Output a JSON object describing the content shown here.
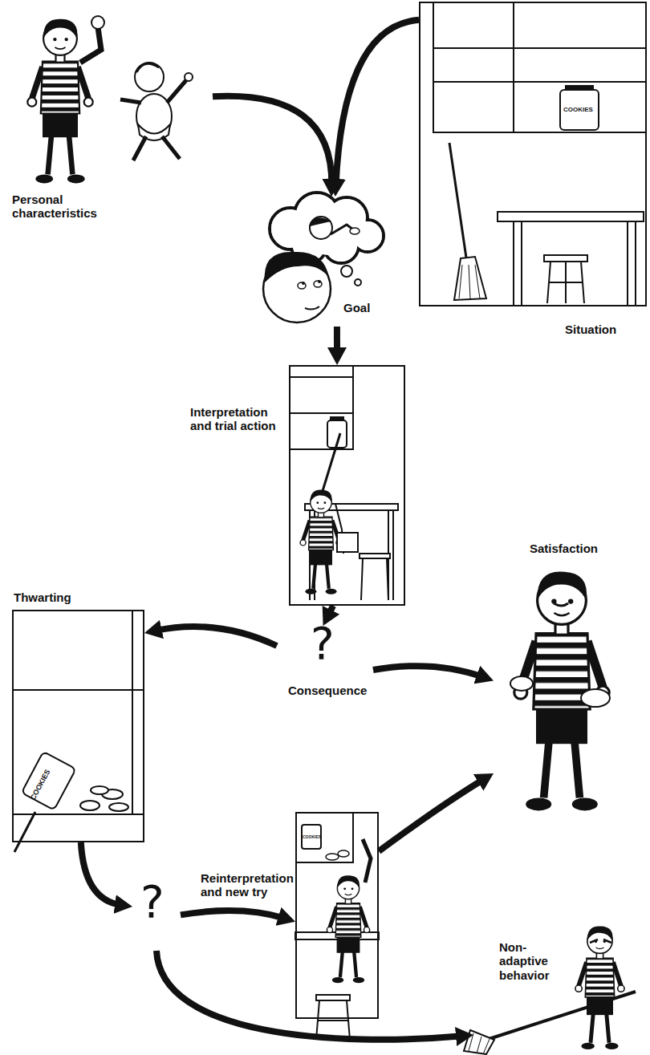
{
  "diagram": {
    "nodes": [
      {
        "text": [
          "Personal characteristics"
        ]
      },
      {
        "text": [
          "Situation"
        ]
      },
      {
        "text": [
          "Goal"
        ]
      },
      {
        "text": [
          "Interpretation and trial action"
        ]
      },
      {
        "text": [
          "?",
          "Consequence"
        ]
      },
      {
        "text": [
          "Satisfaction"
        ]
      },
      {
        "text": [
          "Thwarting"
        ]
      },
      {
        "text": [
          "?"
        ]
      },
      {
        "text": [
          "Reinterpretation and new try"
        ]
      },
      {
        "text": [
          "Non-adaptive behavior"
        ]
      }
    ],
    "edges": [
      {
        "from": 0,
        "to": 2,
        "arrow": "to"
      },
      {
        "from": 1,
        "to": 2,
        "arrow": "to"
      },
      {
        "from": 2,
        "to": 3,
        "arrow": "to"
      },
      {
        "from": 3,
        "to": 4,
        "arrow": "to"
      },
      {
        "from": 4,
        "to": 6,
        "arrow": "to"
      },
      {
        "from": 4,
        "to": 5,
        "arrow": "to"
      },
      {
        "from": 6,
        "to": 7,
        "arrow": "to"
      },
      {
        "from": 7,
        "to": 8,
        "arrow": "to"
      },
      {
        "from": 8,
        "to": 5,
        "arrow": "to"
      },
      {
        "from": 7,
        "to": 9,
        "arrow": "to"
      }
    ],
    "labels": [
      "COOKIES",
      "COOKIES",
      "COOKIES"
    ]
  }
}
